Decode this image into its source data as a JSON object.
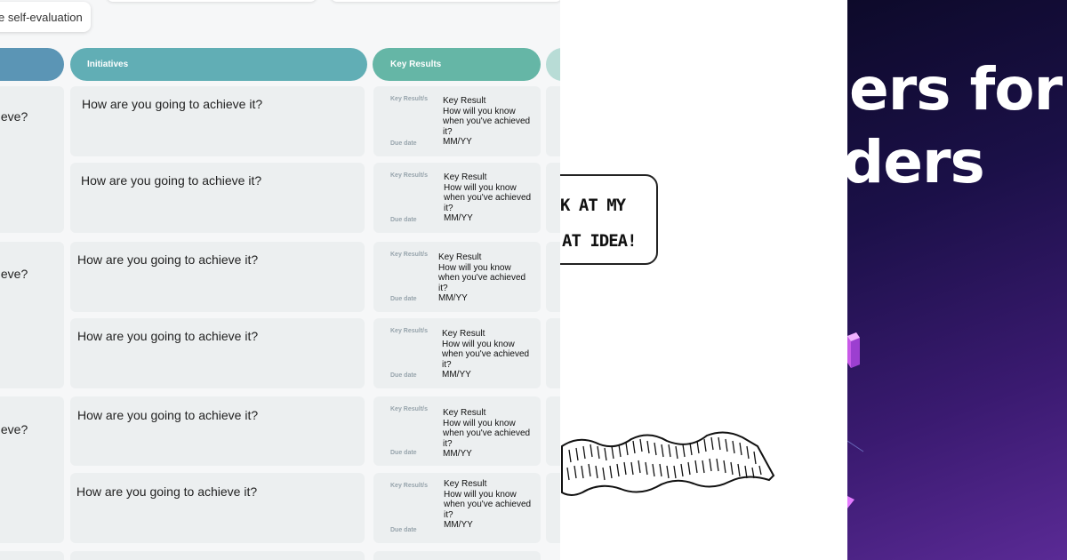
{
  "toolbar": {
    "self_evaluation_label": "e self-evaluation"
  },
  "columns": {
    "objective": "",
    "initiatives": "Initiatives",
    "key_results": "Key Results"
  },
  "objectives": [
    "hieve?",
    "hieve?",
    "hieve?"
  ],
  "initiative_prompt": "How are you going to achieve it?",
  "key_result": {
    "label": "Key Result/s",
    "due_label": "Due date",
    "title": "Key Result",
    "question": "How will you know when you've achieved it?",
    "date_placeholder": "MM/YY"
  },
  "comic": {
    "line1": "K AT MY",
    "line2": "AT IDEA!"
  },
  "hero": {
    "line1": "ers for",
    "line2": "ders"
  }
}
